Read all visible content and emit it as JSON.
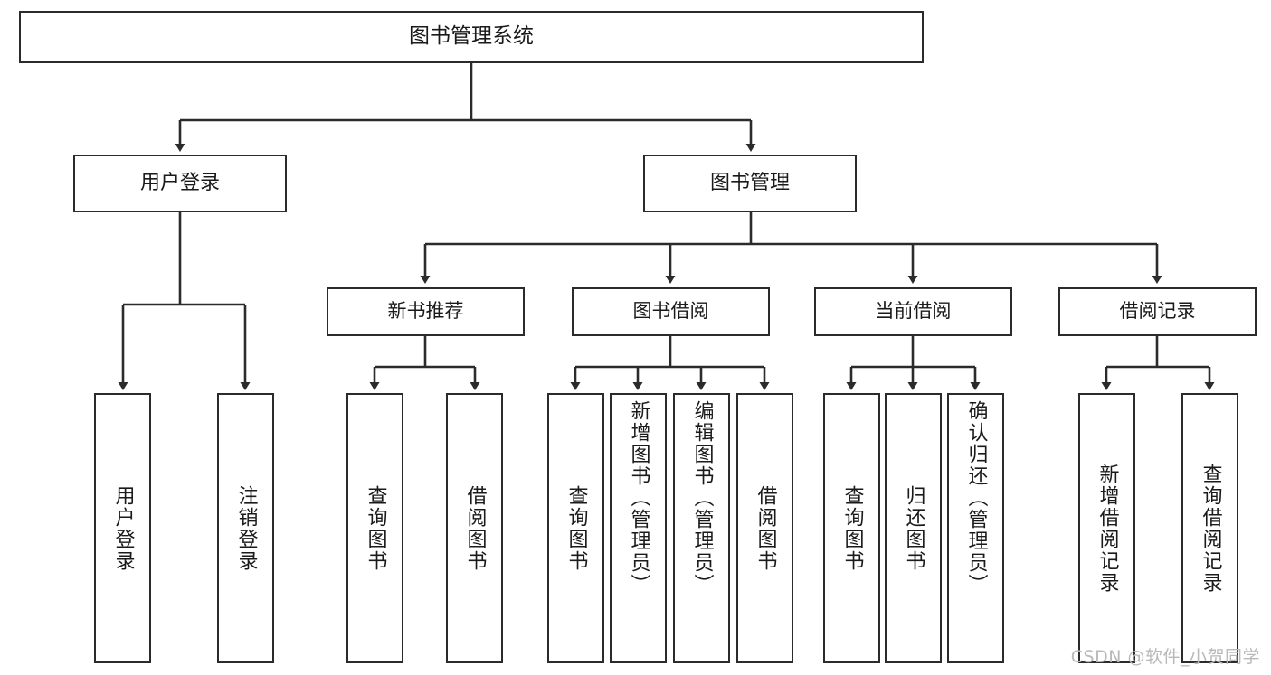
{
  "diagram": {
    "title": "图书管理系统",
    "type": "tree",
    "watermark": "CSDN @软件_小贺同学",
    "colors": {
      "box_border": "#2b2b2b",
      "box_fill": "#ffffff",
      "edge": "#2b2b2b",
      "text": "#1a1a1a",
      "watermark": "#b9b9b9"
    },
    "root": {
      "id": "root",
      "label": "图书管理系统"
    },
    "level2": [
      {
        "id": "user-login",
        "label": "用户登录"
      },
      {
        "id": "book-manage",
        "label": "图书管理"
      }
    ],
    "level3": [
      {
        "id": "new-book-rec",
        "label": "新书推荐",
        "parent": "book-manage"
      },
      {
        "id": "book-borrow",
        "label": "图书借阅",
        "parent": "book-manage"
      },
      {
        "id": "current-borrow",
        "label": "当前借阅",
        "parent": "book-manage"
      },
      {
        "id": "borrow-record",
        "label": "借阅记录",
        "parent": "book-manage"
      }
    ],
    "leaves": [
      {
        "id": "leaf-user-login",
        "label": "用户登录",
        "parent": "user-login"
      },
      {
        "id": "leaf-logout",
        "label": "注销登录",
        "parent": "user-login"
      },
      {
        "id": "leaf-query-book-1",
        "label": "查询图书",
        "parent": "new-book-rec"
      },
      {
        "id": "leaf-borrow-book-1",
        "label": "借阅图书",
        "parent": "new-book-rec"
      },
      {
        "id": "leaf-query-book-2",
        "label": "查询图书",
        "parent": "book-borrow"
      },
      {
        "id": "leaf-add-book",
        "label": "新增图书（管理员）",
        "parent": "book-borrow"
      },
      {
        "id": "leaf-edit-book",
        "label": "编辑图书（管理员）",
        "parent": "book-borrow"
      },
      {
        "id": "leaf-borrow-book-2",
        "label": "借阅图书",
        "parent": "book-borrow"
      },
      {
        "id": "leaf-query-book-3",
        "label": "查询图书",
        "parent": "current-borrow"
      },
      {
        "id": "leaf-return-book",
        "label": "归还图书",
        "parent": "current-borrow"
      },
      {
        "id": "leaf-confirm-return",
        "label": "确认归还（管理员）",
        "parent": "current-borrow"
      },
      {
        "id": "leaf-add-record",
        "label": "新增借阅记录",
        "parent": "borrow-record"
      },
      {
        "id": "leaf-query-record",
        "label": "查询借阅记录",
        "parent": "borrow-record"
      }
    ]
  }
}
